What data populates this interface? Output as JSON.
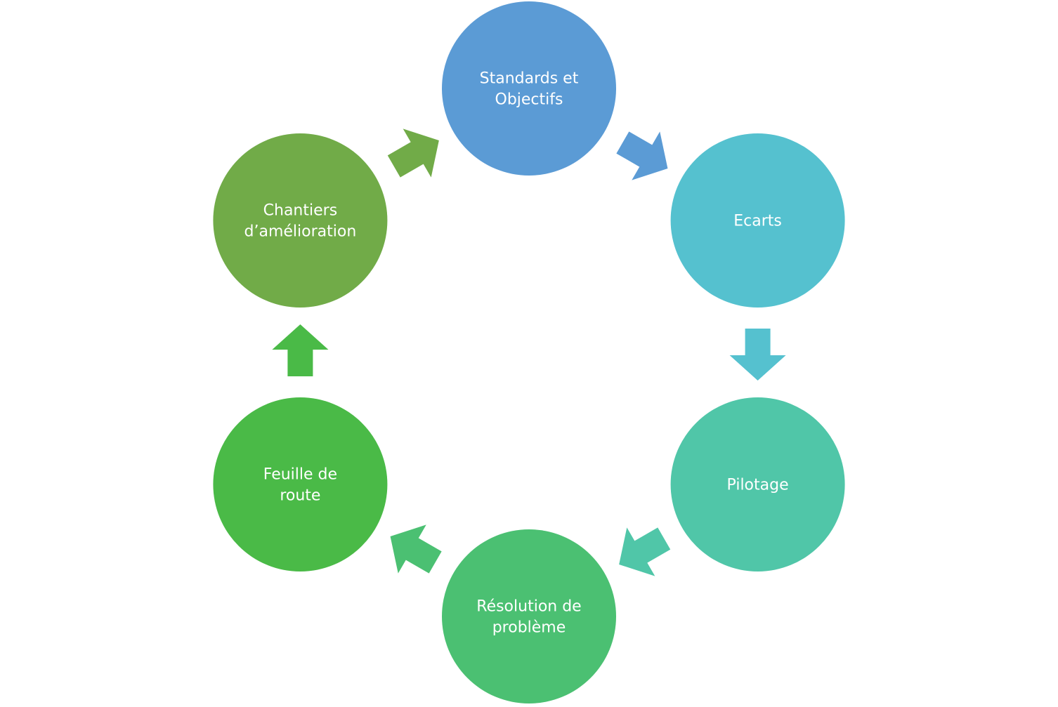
{
  "diagram": {
    "type": "cycle",
    "nodes": [
      {
        "id": "standards",
        "lines": [
          "Standards et",
          "Objectifs"
        ],
        "color": "#5b9bd5"
      },
      {
        "id": "ecarts",
        "lines": [
          "Ecarts"
        ],
        "color": "#55c1cf"
      },
      {
        "id": "pilotage",
        "lines": [
          "Pilotage"
        ],
        "color": "#50c6a8"
      },
      {
        "id": "resolution",
        "lines": [
          "Résolution de",
          "problème"
        ],
        "color": "#4bc072"
      },
      {
        "id": "feuille",
        "lines": [
          "Feuille de",
          "route"
        ],
        "color": "#4aba47"
      },
      {
        "id": "chantiers",
        "lines": [
          "Chantiers",
          "d’amélioration"
        ],
        "color": "#71ab48"
      }
    ],
    "arrows": [
      {
        "from": "standards",
        "to": "ecarts",
        "color": "#5b9bd5"
      },
      {
        "from": "ecarts",
        "to": "pilotage",
        "color": "#55c1cf"
      },
      {
        "from": "pilotage",
        "to": "resolution",
        "color": "#50c6a8"
      },
      {
        "from": "resolution",
        "to": "feuille",
        "color": "#4bc072"
      },
      {
        "from": "feuille",
        "to": "chantiers",
        "color": "#4aba47"
      },
      {
        "from": "chantiers",
        "to": "standards",
        "color": "#71ab48"
      }
    ]
  }
}
